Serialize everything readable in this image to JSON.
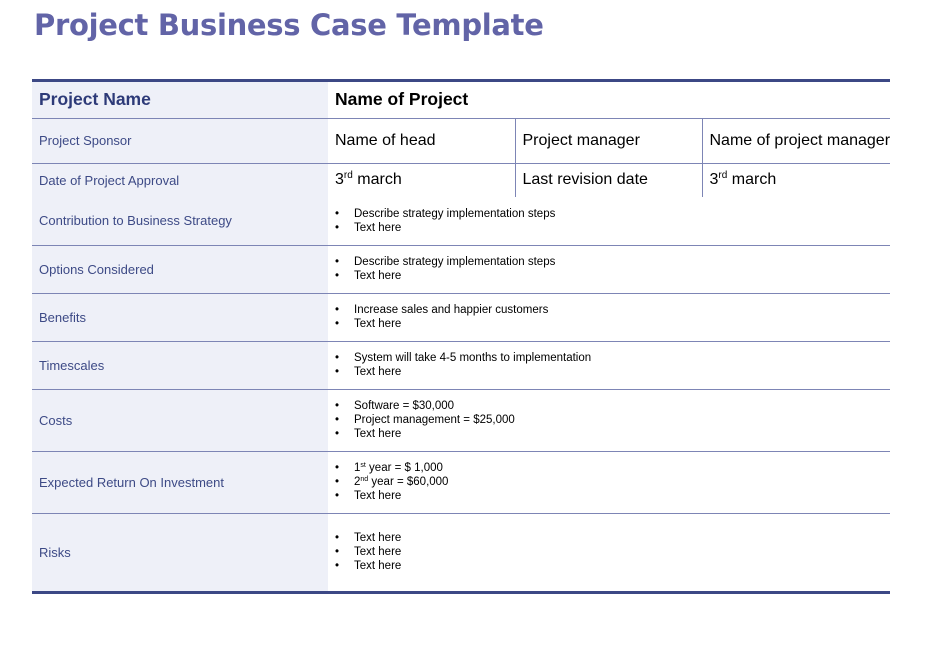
{
  "title": "Project Business Case Template",
  "header": {
    "label": "Project Name",
    "value": "Name of Project"
  },
  "sponsor": {
    "label": "Project Sponsor",
    "head": "Name of head",
    "manager_label": "Project manager",
    "manager_value": "Name of project manager"
  },
  "approval": {
    "label": "Date of Project Approval",
    "date": {
      "num": "3",
      "sup": "rd",
      "rest": " march"
    },
    "revision_label": "Last revision date",
    "revision": {
      "num": "3",
      "sup": "rd",
      "rest": " march"
    }
  },
  "sections": [
    {
      "label": "Contribution to Business Strategy",
      "items": [
        [
          "Describe strategy implementation steps"
        ],
        [
          "Text here"
        ]
      ]
    },
    {
      "label": "Options Considered",
      "items": [
        [
          "Describe strategy implementation steps"
        ],
        [
          "Text here"
        ]
      ]
    },
    {
      "label": "Benefits",
      "items": [
        [
          "Increase sales and happier customers"
        ],
        [
          "Text here"
        ]
      ]
    },
    {
      "label": "Timescales",
      "items": [
        [
          "System will take 4-5 months to implementation"
        ],
        [
          "Text here"
        ]
      ]
    },
    {
      "label": "Costs",
      "items": [
        [
          "Software = $30,000"
        ],
        [
          "Project management = $25,000"
        ],
        [
          "Text here"
        ]
      ]
    },
    {
      "label": "Expected Return On Investment",
      "items": [
        [
          "1",
          "st",
          " year = $ 1,000"
        ],
        [
          "2",
          "nd",
          " year = $60,000"
        ],
        [
          "Text here"
        ]
      ]
    },
    {
      "label": "Risks",
      "items": [
        [
          "Text here"
        ],
        [
          "Text here"
        ],
        [
          "Text here"
        ]
      ]
    }
  ],
  "colors": {
    "title": "#6264a7",
    "label_text": "#3d4a86",
    "label_bg": "#eef0f8",
    "rule": "#3c4885",
    "grid": "#7d85b5"
  }
}
